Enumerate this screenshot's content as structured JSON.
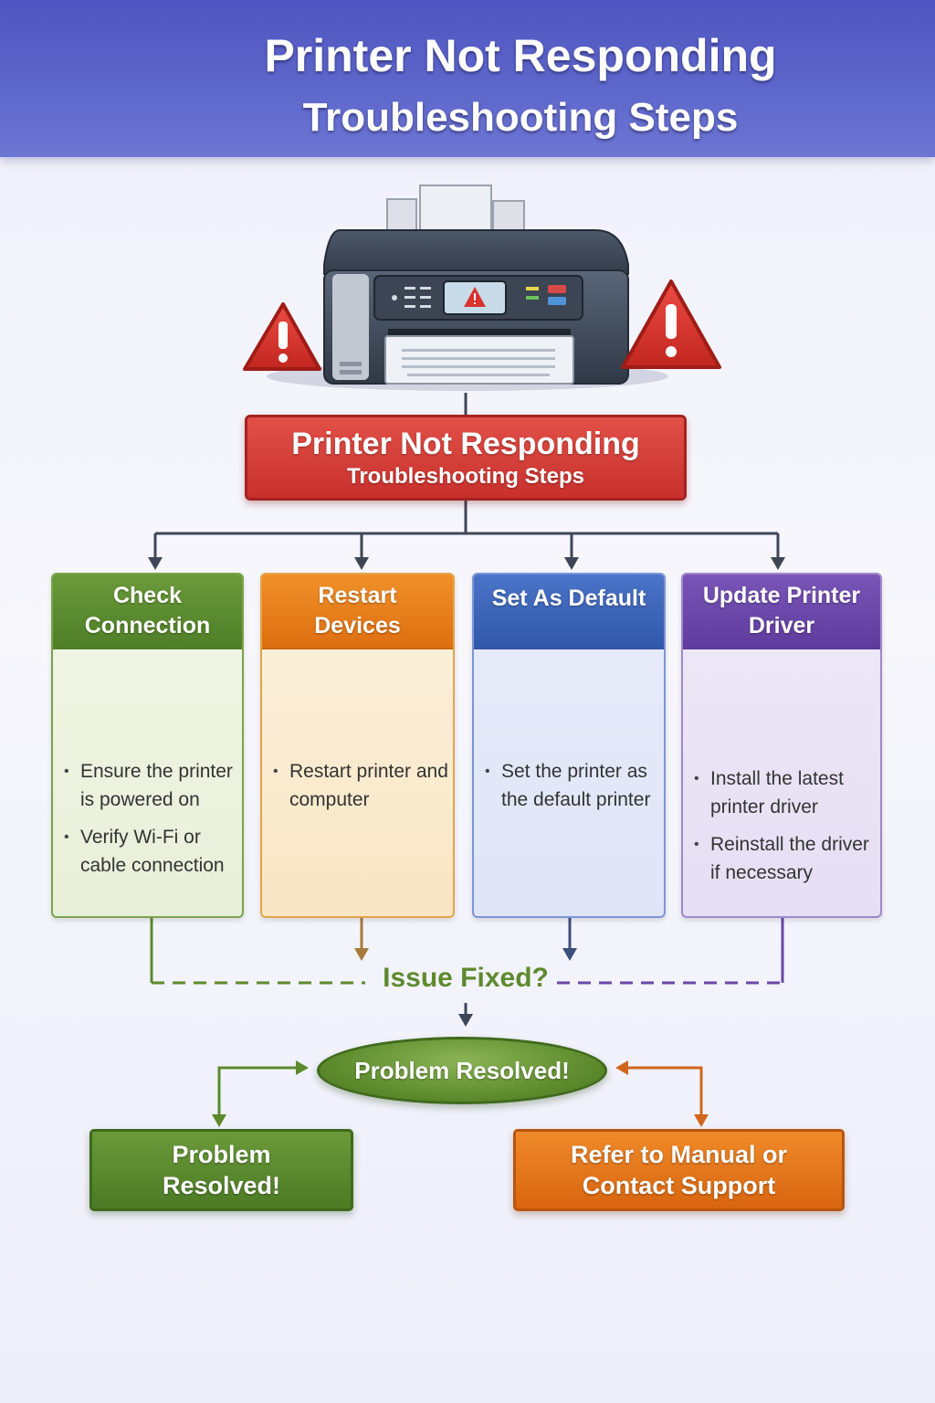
{
  "header": {
    "title_line1": "Printer Not Responding",
    "title_line2": "Troubleshooting Steps"
  },
  "main_box": {
    "title": "Printer Not Responding",
    "subtitle": "Troubleshooting Steps"
  },
  "steps": [
    {
      "title_line1": "Check",
      "title_line2": "Connection",
      "icon": "lightbulb-icon",
      "bullets": [
        "Ensure the printer is powered on",
        "Verify Wi-Fi or cable connection"
      ]
    },
    {
      "title_line1": "Restart",
      "title_line2": "Devices",
      "icon": "restart-icon",
      "bullets": [
        "Restart printer and computer"
      ]
    },
    {
      "title_line1": "Set As Default",
      "title_line2": "",
      "icon": "default-printer-icon",
      "bullets": [
        "Set the printer as the default printer"
      ]
    },
    {
      "title_line1": "Update Printer",
      "title_line2": "Driver",
      "icon": "driver-update-icon",
      "bullets": [
        "Install the latest printer driver",
        "Reinstall the driver if necessary"
      ]
    }
  ],
  "decision": {
    "label": "Issue Fixed?"
  },
  "result": {
    "label": "Problem Resolved!"
  },
  "outcomes": {
    "resolved_line1": "Problem",
    "resolved_line2": "Resolved!",
    "support_line1": "Refer to Manual or",
    "support_line2": "Contact Support"
  },
  "colors": {
    "header": "#5a61c8",
    "main_box": "#cf3a33",
    "green": "#5c8a2c",
    "orange": "#e37618",
    "blue": "#3b63b8",
    "purple": "#6a48a8",
    "warning": "#d8332e"
  }
}
